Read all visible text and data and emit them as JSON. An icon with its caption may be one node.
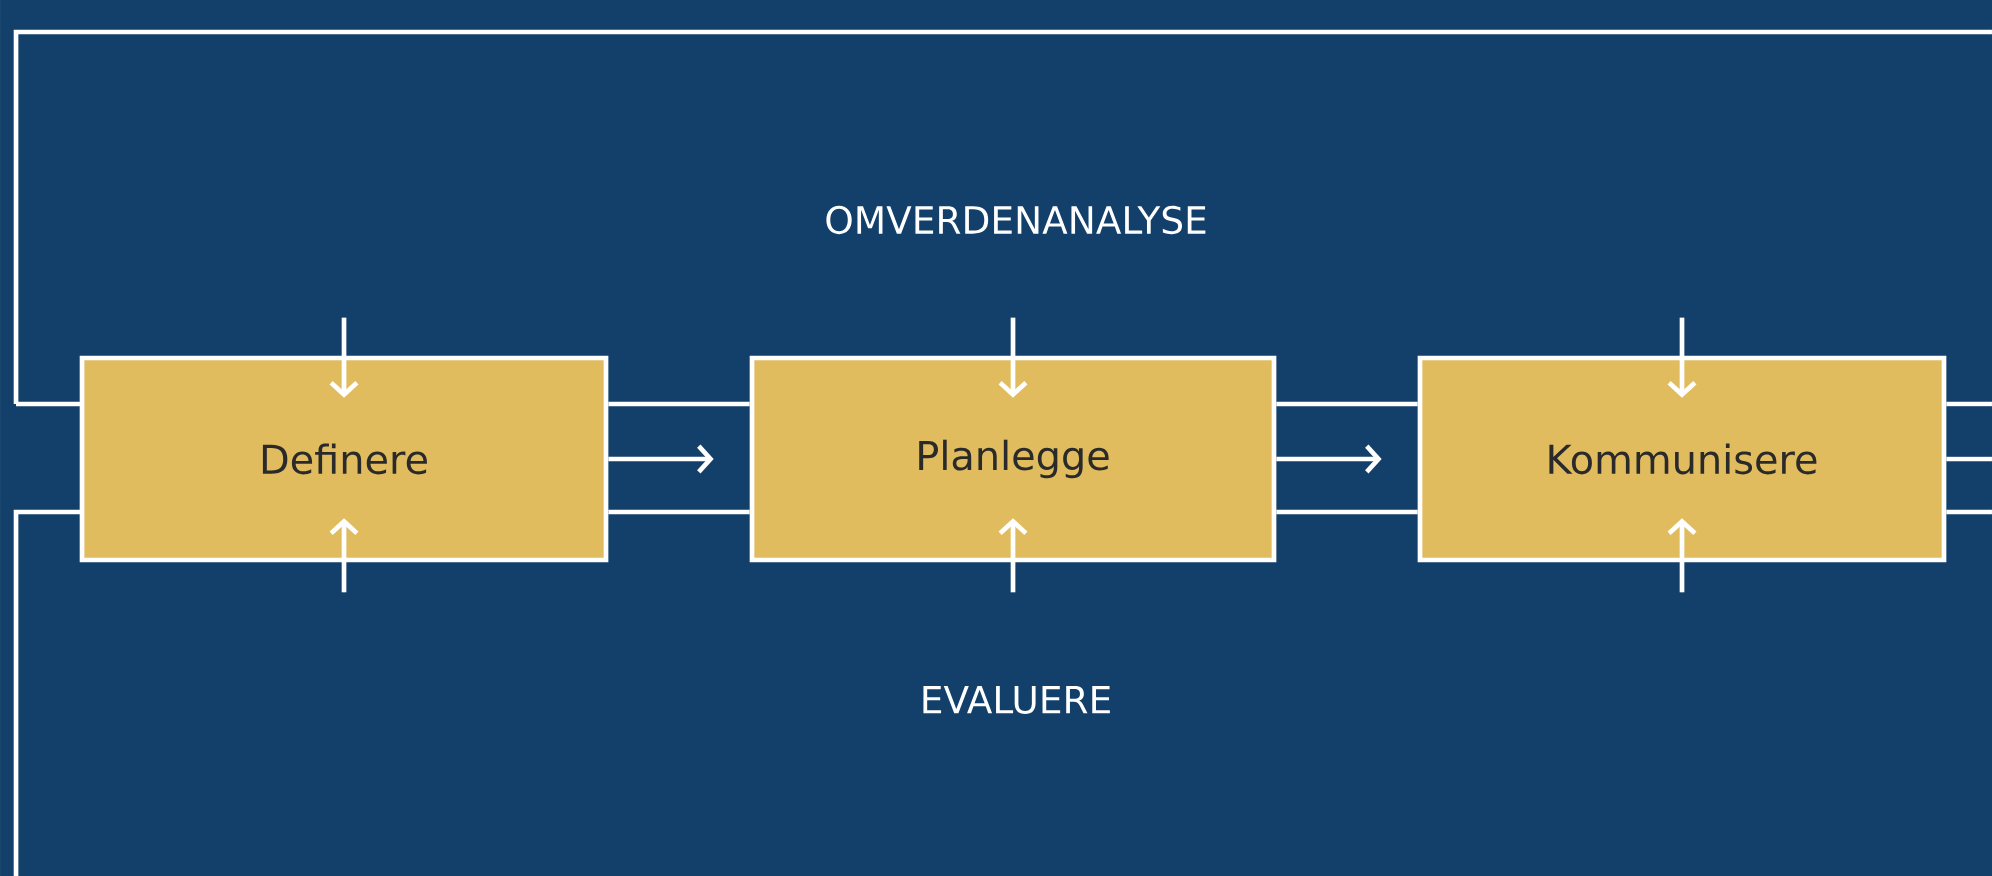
{
  "diagram": {
    "nodes": [
      {
        "text": [
          "Definere"
        ]
      },
      {
        "text": [
          "Planlegge"
        ]
      },
      {
        "text": [
          "Kommunisere"
        ]
      }
    ],
    "edges": [
      {
        "from": 0,
        "to": 1,
        "arrow": "to"
      },
      {
        "from": 1,
        "to": 2,
        "arrow": "to"
      },
      {
        "from": null,
        "to": 0,
        "arrow": "to"
      },
      {
        "from": null,
        "to": 1,
        "arrow": "to"
      },
      {
        "from": null,
        "to": 2,
        "arrow": "to"
      },
      {
        "from": null,
        "to": 0,
        "arrow": "to"
      },
      {
        "from": null,
        "to": 1,
        "arrow": "to"
      },
      {
        "from": null,
        "to": 2,
        "arrow": "to"
      },
      {
        "from": 2,
        "to": null,
        "arrow": "none"
      },
      {
        "from": 0,
        "to": 1,
        "arrow": "none"
      },
      {
        "from": 0,
        "to": 1,
        "arrow": "none"
      },
      {
        "from": 1,
        "to": 2,
        "arrow": "none"
      },
      {
        "from": 1,
        "to": 2,
        "arrow": "none"
      },
      {
        "from": 2,
        "to": null,
        "arrow": "none"
      },
      {
        "from": 2,
        "to": null,
        "arrow": "none"
      }
    ],
    "labels": [
      "OMVERDENANALYSE",
      "EVALUERE"
    ]
  }
}
